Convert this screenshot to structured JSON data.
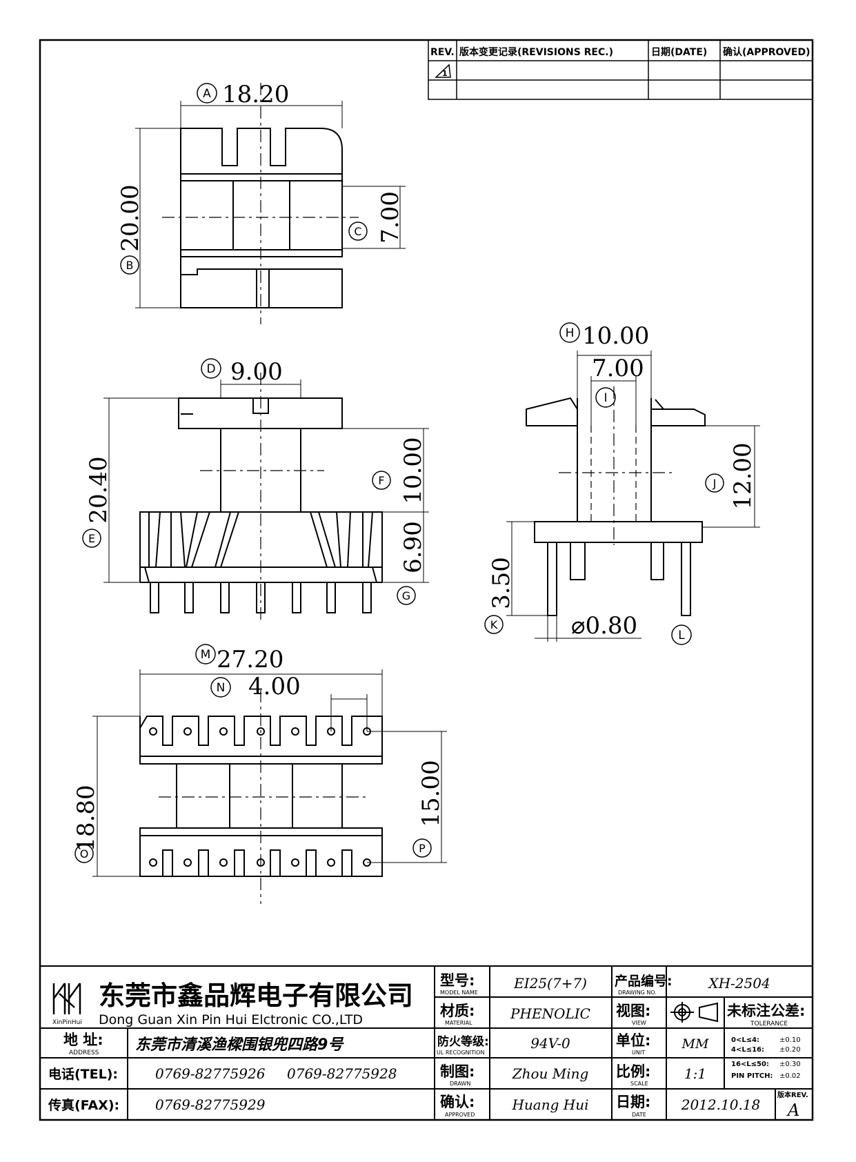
{
  "revisions": {
    "headers": [
      "REV.",
      "版本变更记录(REVISIONS REC.)",
      "日期(DATE)",
      "确认(APPROVED)"
    ],
    "rows": [
      {
        "rev": "1",
        "record": "",
        "date": "",
        "approved": ""
      },
      {
        "rev": "",
        "record": "",
        "date": "",
        "approved": ""
      }
    ]
  },
  "dimensions": {
    "A": {
      "letter": "A",
      "value": "18.20"
    },
    "B": {
      "letter": "B",
      "value": "20.00"
    },
    "C": {
      "letter": "C",
      "value": "7.00"
    },
    "D": {
      "letter": "D",
      "value": "9.00"
    },
    "E": {
      "letter": "E",
      "value": "20.40"
    },
    "F": {
      "letter": "F",
      "value": "10.00"
    },
    "G": {
      "letter": "G",
      "value": "6.90"
    },
    "H": {
      "letter": "H",
      "value": "10.00"
    },
    "I": {
      "letter": "I",
      "value": "7.00"
    },
    "J": {
      "letter": "J",
      "value": "12.00"
    },
    "K": {
      "letter": "K",
      "value": "3.50"
    },
    "L": {
      "letter": "L",
      "value": "⌀0.80"
    },
    "M": {
      "letter": "M",
      "value": "27.20"
    },
    "N": {
      "letter": "N",
      "value": "4.00"
    },
    "O": {
      "letter": "O",
      "value": "18.80"
    },
    "P": {
      "letter": "P",
      "value": "15.00"
    }
  },
  "title_block": {
    "company_cn": "东莞市鑫品辉电子有限公司",
    "company_en": "Dong Guan Xin Pin Hui Elctronic CO.,LTD",
    "logo_text": "XinPinHui",
    "address_label_cn": "地 址:",
    "address_label_en": "ADDRESS",
    "address_value": "东莞市清溪渔樑围银兜四路9号",
    "tel_label": "电话(TEL):",
    "tel_value_1": "0769-82775926",
    "tel_value_2": "0769-82775928",
    "fax_label": "传真(FAX):",
    "fax_value": "0769-82775929",
    "model_label_cn": "型号:",
    "model_label_en": "MODEL NAME",
    "model_value": "EI25(7+7)",
    "material_label_cn": "材质:",
    "material_label_en": "MATERIAL",
    "material_value": "PHENOLIC",
    "flame_label_cn": "防火等级:",
    "flame_label_en": "UL RECOGNITION",
    "flame_value": "94V-0",
    "drawn_label_cn": "制图:",
    "drawn_label_en": "DRAWN",
    "drawn_value": "Zhou Ming",
    "approved_label_cn": "确认:",
    "approved_label_en": "APPROVED",
    "approved_value": "Huang Hui",
    "drawing_no_label_cn": "产品编号:",
    "drawing_no_label_en": "DRAWING NO.",
    "drawing_no_value": "XH-2504",
    "view_label_cn": "视图:",
    "view_label_en": "VIEW",
    "unit_label_cn": "单位:",
    "unit_label_en": "UNIT",
    "unit_value": "MM",
    "scale_label_cn": "比例:",
    "scale_label_en": "SCALE",
    "scale_value": "1:1",
    "date_label_cn": "日期:",
    "date_label_en": "DATE",
    "date_value": "2012.10.18",
    "rev_label": "版本REV.",
    "rev_value": "A",
    "tolerance_title_cn": "未标注公差:",
    "tolerance_title_en": "TOLERANCE",
    "tolerances": [
      {
        "range": "0<L≤4:",
        "value": "±0.10"
      },
      {
        "range": "4<L≤16:",
        "value": "±0.20"
      },
      {
        "range": "16<L≤50:",
        "value": "±0.30"
      },
      {
        "range": "PIN PITCH:",
        "value": "±0.02"
      }
    ]
  }
}
